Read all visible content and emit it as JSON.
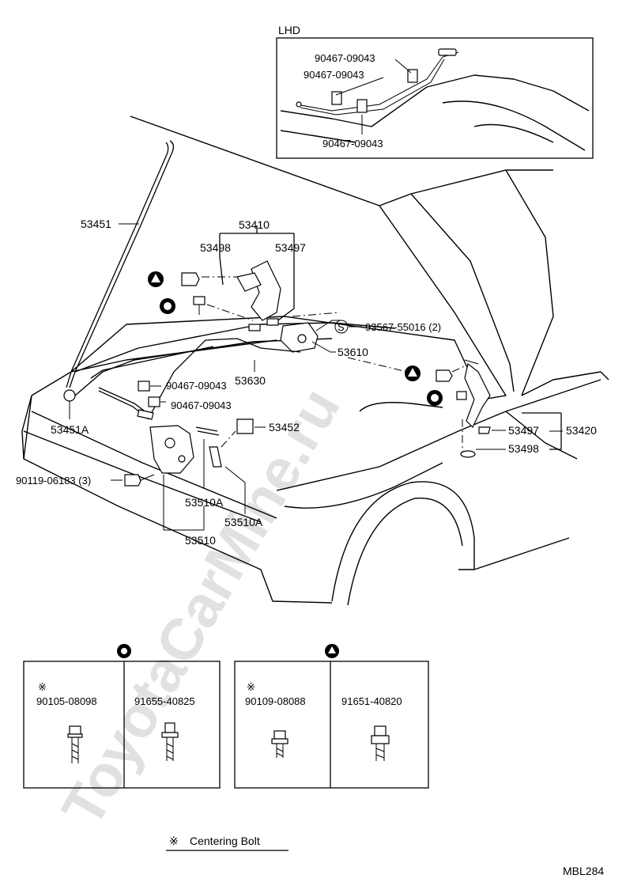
{
  "inset": {
    "label": "LHD",
    "parts": [
      "90467-09043",
      "90467-09043",
      "90467-09043"
    ]
  },
  "parts": {
    "p53451": "53451",
    "p53410": "53410",
    "p53498a": "53498",
    "p53497a": "53497",
    "p93567": "93567-55016 (2)",
    "p53610": "53610",
    "p53630": "53630",
    "p90467a": "90467-09043",
    "p90467b": "90467-09043",
    "p53451A": "53451A",
    "p53452": "53452",
    "p53497b": "53497",
    "p53420": "53420",
    "p53498b": "53498",
    "p90119": "90119-06183 (3)",
    "p53510A1": "53510A",
    "p53510A2": "53510A",
    "p53510": "53510"
  },
  "symbols": {
    "s_mark": "S"
  },
  "tables": {
    "circle_group": {
      "items": [
        {
          "mark": "※",
          "part": "90105-08098"
        },
        {
          "mark": "",
          "part": "91655-40825"
        }
      ]
    },
    "triangle_group": {
      "items": [
        {
          "mark": "※",
          "part": "90109-08088"
        },
        {
          "mark": "",
          "part": "91651-40820"
        }
      ]
    }
  },
  "legend": {
    "mark": "※",
    "text": "Centering Bolt"
  },
  "figure_code": "MBL284",
  "watermark": "ToyotaCarMine.ru"
}
